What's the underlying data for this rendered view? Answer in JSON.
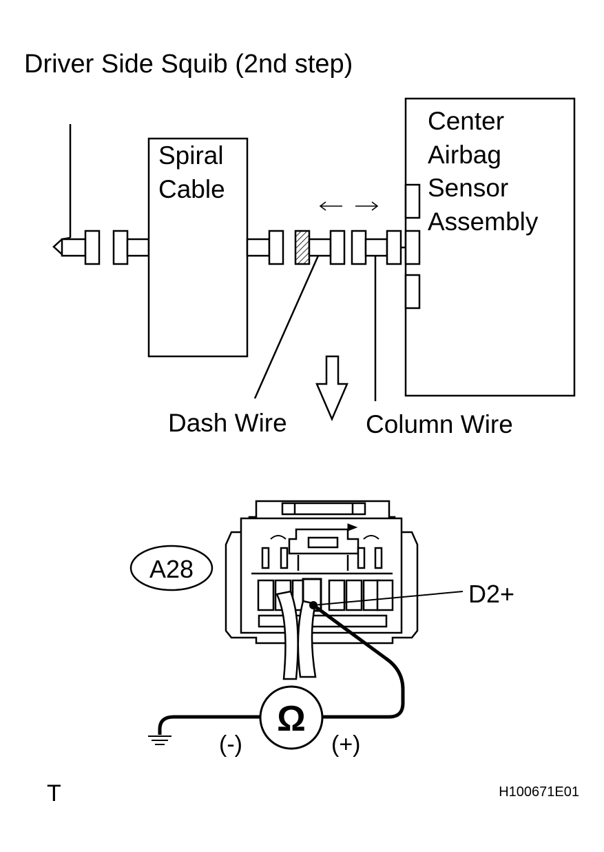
{
  "title": "Driver Side Squib (2nd step)",
  "labels": {
    "spiral_cable_line1": "Spiral",
    "spiral_cable_line2": "Cable",
    "sensor_line1": "Center",
    "sensor_line2": "Airbag",
    "sensor_line3": "Sensor",
    "sensor_line4": "Assembly",
    "dash_wire": "Dash Wire",
    "column_wire": "Column Wire",
    "connector_id": "A28",
    "terminal": "D2+",
    "ohm_symbol": "Ω",
    "minus_probe": "(-)",
    "plus_probe": "(+)",
    "corner_mark": "T",
    "figure_code": "H100671E01"
  },
  "icons": {
    "arrows": "left-right-arrows-icon",
    "down_arrow": "down-arrow-icon",
    "ground": "ground-icon"
  },
  "colors": {
    "line": "#000000",
    "background": "#ffffff"
  }
}
